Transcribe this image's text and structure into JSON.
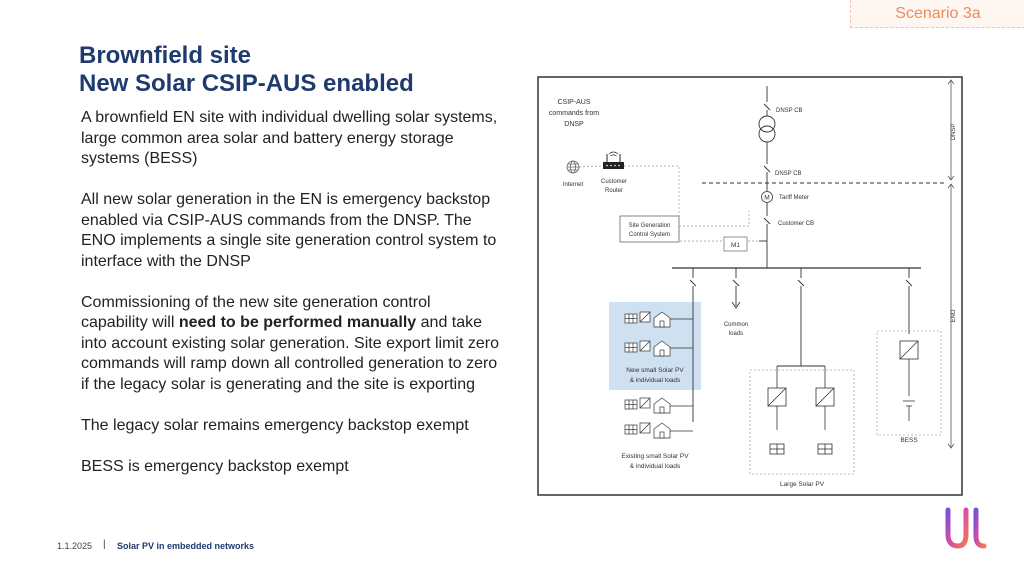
{
  "header": {
    "scenario_tag": "Scenario 3a"
  },
  "title": {
    "line1": "Brownfield site",
    "line2": "New Solar CSIP-AUS enabled"
  },
  "body": {
    "p1": "A brownfield EN site with individual dwelling solar systems, large common area solar and battery energy storage systems (BESS)",
    "p2": "All new solar generation in the EN is emergency backstop enabled via CSIP-AUS commands from the DNSP.  The ENO implements a single site generation control system to interface with the DNSP",
    "p3_a": "Commissioning of the new site generation control capability will ",
    "p3_bold": "need to be performed manually",
    "p3_b": " and take into account existing solar generation. Site export limit zero commands will ramp down all controlled generation to zero if the legacy solar is generating and the site is exporting",
    "p4": "The legacy solar remains emergency backstop exempt",
    "p5": "BESS is emergency backstop exempt"
  },
  "footer": {
    "date": "1.1.2025",
    "separator": "|",
    "title": "Solar PV in embedded networks"
  },
  "diagram": {
    "csip_l1": "CSIP-AUS",
    "csip_l2": "commands from",
    "csip_l3": "DNSP",
    "dnsp_cb_top": "DNSP CB",
    "dnsp_cb_mid": "DNSP CB",
    "internet": "Internet",
    "router_l1": "Customer",
    "router_l2": "Router",
    "meter_symbol": "M",
    "tariff_meter": "Tariff Meter",
    "sgcs_l1": "Site Generation",
    "sgcs_l2": "Control System",
    "customer_cb": "Customer CB",
    "m1": "M1",
    "dnsp_side": "DNSP",
    "eno_side": "ENO",
    "common_l1": "Common",
    "common_l2": "loads",
    "new_pv_l1": "New small Solar PV",
    "new_pv_l2": "& individual loads",
    "existing_pv_l1": "Existing small Solar PV",
    "existing_pv_l2": "& individual loads",
    "large_pv": "Large Solar PV",
    "bess": "BESS",
    "highlight_color": "#cfe0f1",
    "line_color": "#333333"
  }
}
